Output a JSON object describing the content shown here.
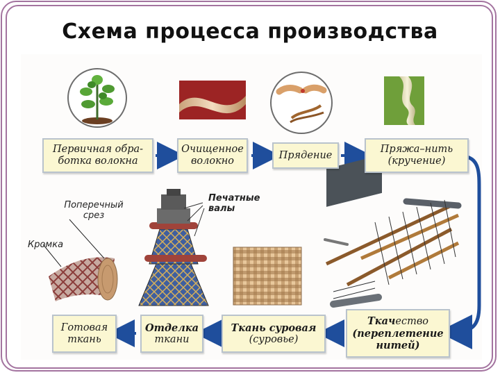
{
  "title": "Схема процесса производства",
  "boxes": {
    "primary_processing": "Первичная обра-\nботка волокна",
    "cleaned_fiber": "Очищенное\nволокно",
    "spinning": "Прядение",
    "yarn": "Пряжа–нить\n(кручение)",
    "weaving_bold": "Ткач",
    "weaving_rest": "ество",
    "weaving_bold2": "(переплетение",
    "weaving_line3": "нитей)",
    "grey_fabric_bold": "Ткань суровая",
    "grey_fabric_sub": "(суровье)",
    "finishing_bold": "Отделка",
    "finishing_sub": "ткани",
    "ready_fabric": "Готовая\nткань"
  },
  "labels": {
    "cross_section": "Поперечный\nсрез",
    "edge": "Кромка",
    "print_rollers": "Печатные\nвалы"
  },
  "colors": {
    "frame": "#a3739f",
    "box_fill": "#fbf7d2",
    "arrow": "#1f4e9c"
  }
}
